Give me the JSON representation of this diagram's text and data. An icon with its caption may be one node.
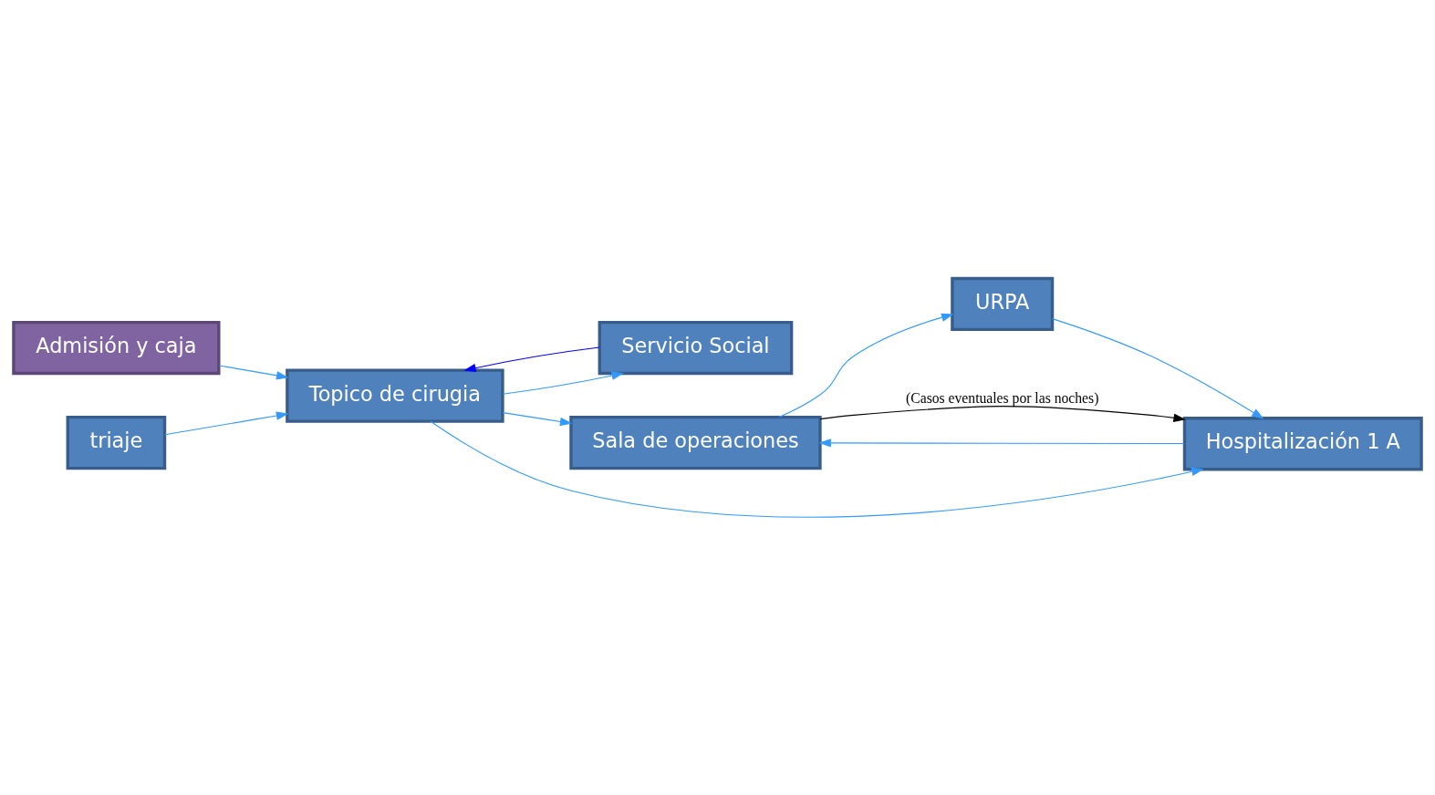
{
  "diagram": {
    "nodes": [
      {
        "text": [
          "Admisión y caja"
        ]
      },
      {
        "text": [
          "triaje"
        ]
      },
      {
        "text": [
          "Topico de cirugia"
        ]
      },
      {
        "text": [
          "Servicio Social"
        ]
      },
      {
        "text": [
          "Sala de operaciones"
        ]
      },
      {
        "text": [
          "URPA"
        ]
      },
      {
        "text": [
          "Hospitalización 1 A"
        ]
      }
    ],
    "edges": [
      {
        "from": 0,
        "to": 2,
        "arrow": "to"
      },
      {
        "from": 1,
        "to": 2,
        "arrow": "to"
      },
      {
        "from": 3,
        "to": 2,
        "arrow": "to",
        "color": "#0000ff"
      },
      {
        "from": 2,
        "to": 3,
        "arrow": "to"
      },
      {
        "from": 2,
        "to": 4,
        "arrow": "to"
      },
      {
        "from": 2,
        "to": 6,
        "arrow": "to"
      },
      {
        "from": 4,
        "to": 5,
        "arrow": "to"
      },
      {
        "from": 6,
        "to": 4,
        "arrow": "to"
      },
      {
        "from": 4,
        "to": 6,
        "arrow": "to",
        "color": "#000000",
        "label": "(Casos eventuales por las noches)"
      },
      {
        "from": 5,
        "to": 6,
        "arrow": "to"
      }
    ]
  }
}
